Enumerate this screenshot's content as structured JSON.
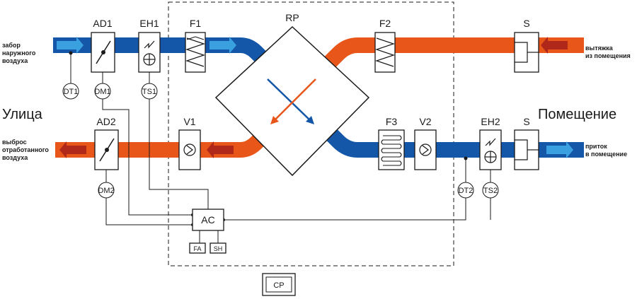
{
  "zones": {
    "outside": "Улица",
    "room": "Помещение"
  },
  "ports": {
    "intake": [
      "забор",
      "наружного",
      "воздуха"
    ],
    "exhaust_out": [
      "выброс",
      "отработанного",
      "воздуха"
    ],
    "extract_in": [
      "вытяжка",
      "из помещения"
    ],
    "supply_out": [
      "приток",
      "в помещение"
    ]
  },
  "components": {
    "AD1": "AD1",
    "EH1": "EH1",
    "F1": "F1",
    "RP": "RP",
    "F2": "F2",
    "S_top": "S",
    "AD2": "AD2",
    "V1": "V1",
    "F3": "F3",
    "V2": "V2",
    "EH2": "EH2",
    "S_bottom": "S",
    "AC": "AC",
    "FA": "FA",
    "SH": "SH",
    "CP": "CP"
  },
  "sensors": {
    "DT1": "DT1",
    "DM1": "DM1",
    "TS1": "TS1",
    "DM2": "DM2",
    "DT2": "DT2",
    "TS2": "TS2"
  },
  "colors": {
    "cold": "#1456a8",
    "warm": "#e8561a",
    "arrow_cold": "#3aa0e0",
    "arrow_warm": "#b0281a"
  }
}
